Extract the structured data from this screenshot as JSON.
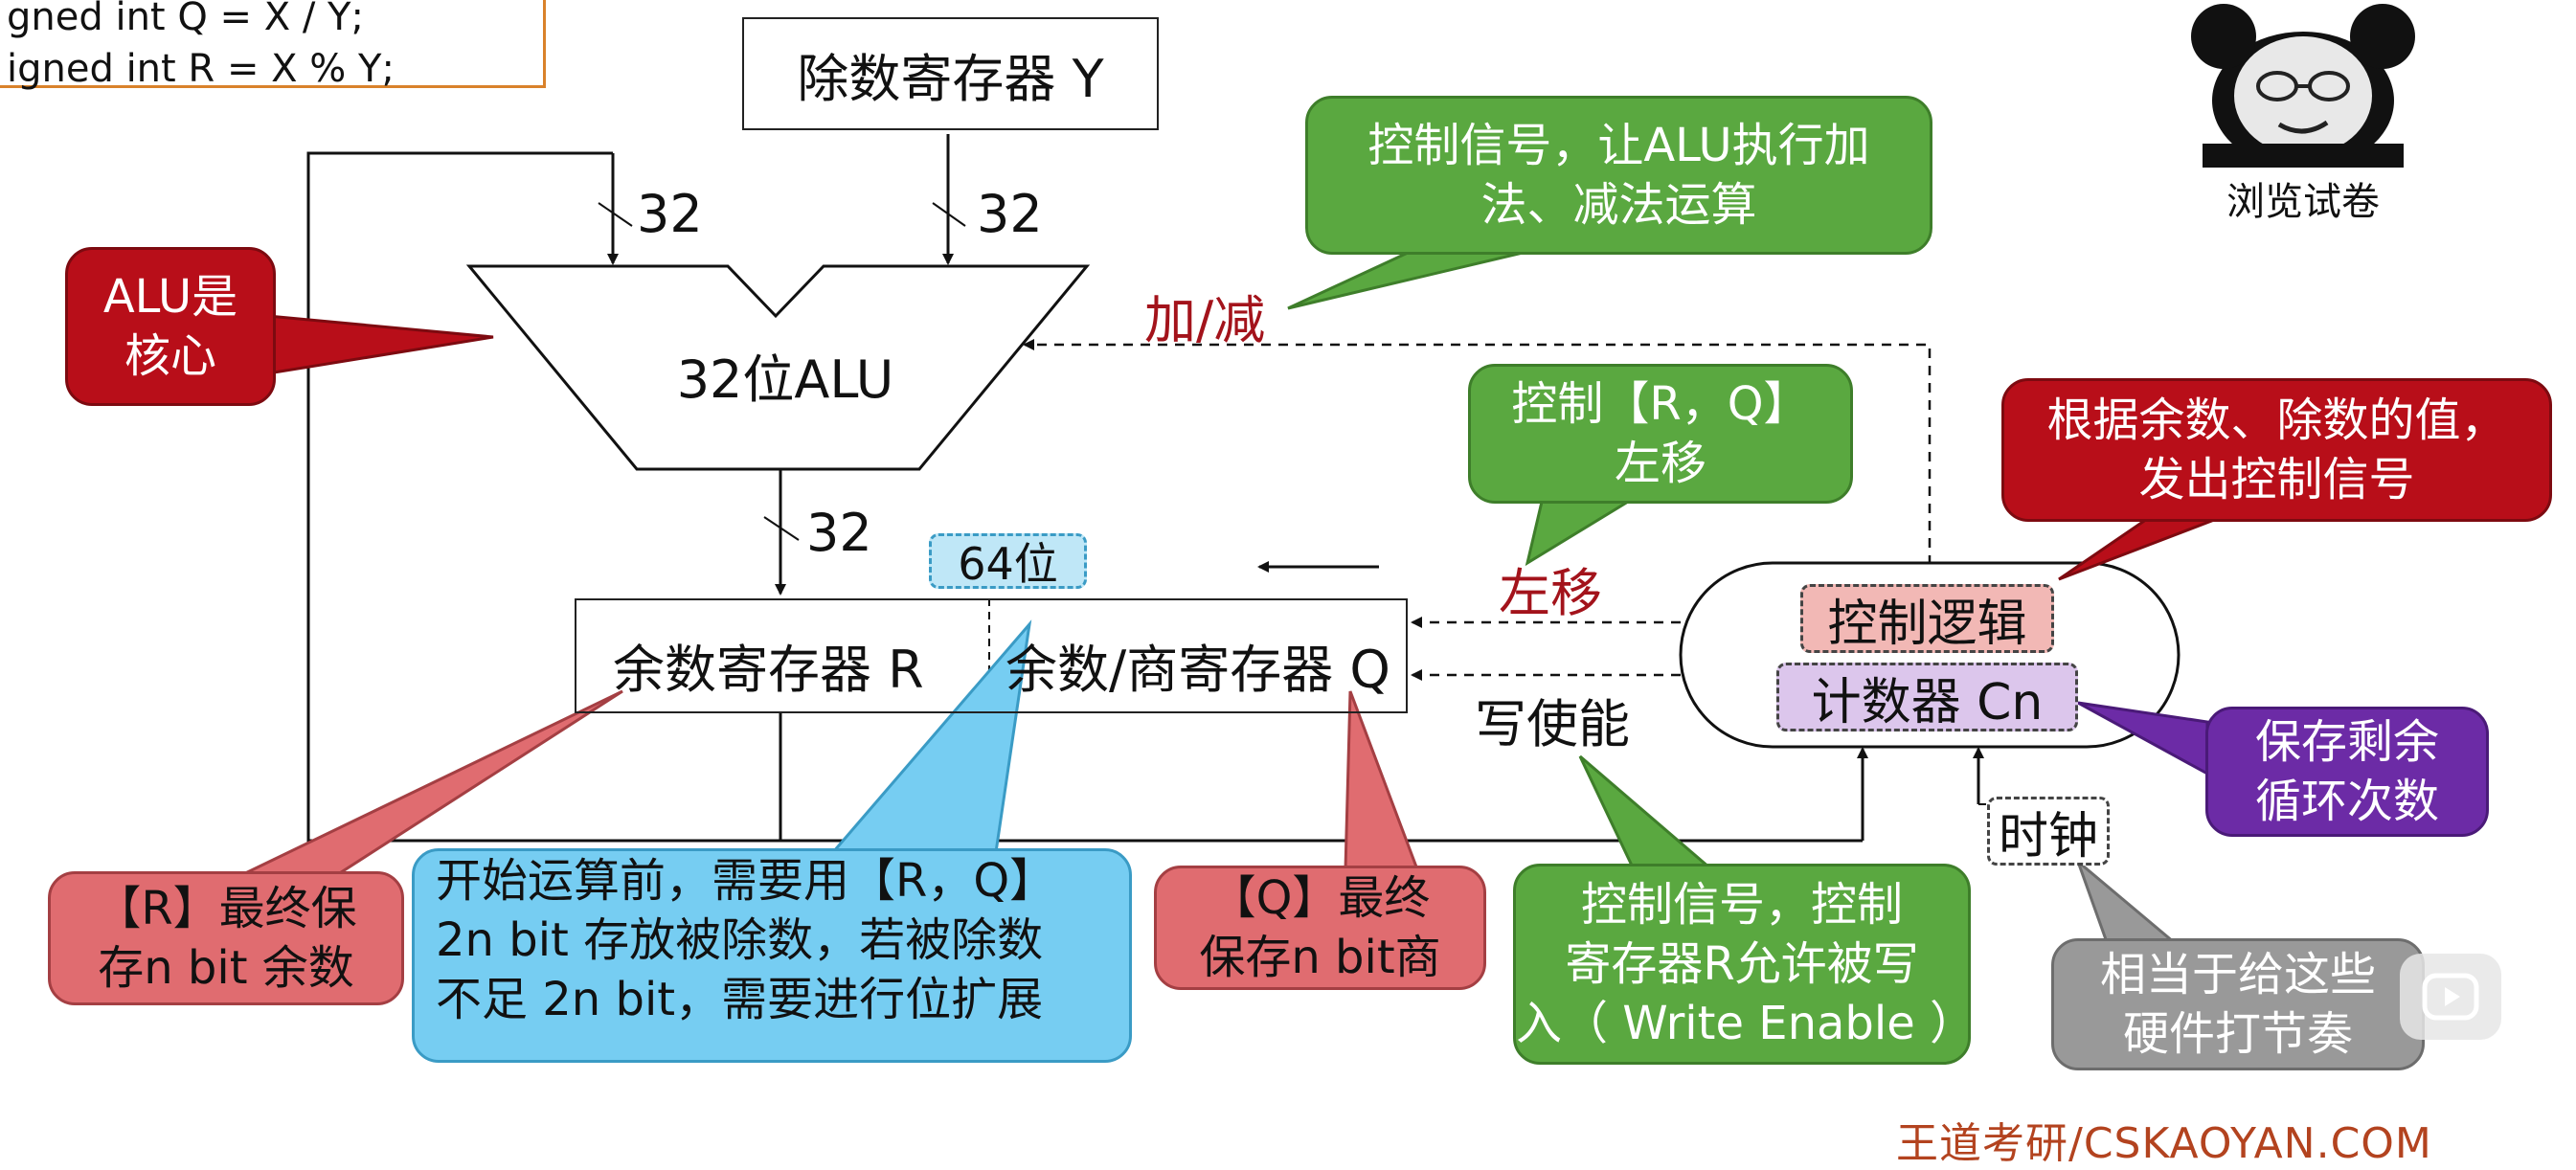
{
  "code": {
    "line1": "gned int Q = X / Y;",
    "line2": "igned int R = X % Y;"
  },
  "registers": {
    "divisor": "除数寄存器 Y",
    "alu": "32位ALU",
    "remainder": "余数寄存器 R",
    "quotient": "余数/商寄存器 Q"
  },
  "bus_labels": {
    "left_in": "32",
    "right_in": "32",
    "alu_out": "32"
  },
  "labels": {
    "add_sub": "加/减",
    "shift_left": "左移",
    "write_enable": "写使能",
    "width_64": "64位",
    "control_logic": "控制逻辑",
    "counter": "计数器 Cn",
    "clock": "时钟"
  },
  "bubbles": {
    "alu_core": [
      "ALU是",
      "核心"
    ],
    "control_signal_alu": [
      "控制信号，让ALU执行加",
      "法、减法运算"
    ],
    "control_shift": [
      "控制【R，Q】",
      "左移"
    ],
    "control_logic_note": [
      "根据余数、除数的值，",
      "发出控制信号"
    ],
    "r_final": [
      "【R】最终保",
      "存n bit 余数"
    ],
    "init_note": [
      "开始运算前，需要用【R，Q】",
      "2n bit 存放被除数，若被除数",
      "不足 2n bit，需要进行位扩展"
    ],
    "q_final": [
      "【Q】最终",
      "保存n bit商"
    ],
    "write_enable_note": [
      "控制信号，控制",
      "寄存器R允许被写",
      "入（ Write Enable ）"
    ],
    "counter_note": [
      "保存剩余",
      "循环次数"
    ],
    "clock_note": [
      "相当于给这些",
      "硬件打节奏"
    ]
  },
  "mascot_caption": "浏览试卷",
  "watermark": "王道考研/CSKAOYAN.COM",
  "colors": {
    "green": "#5aa840",
    "red": "#b80e19",
    "pink": "#e06c70",
    "blue": "#76cdf2",
    "purple": "#6c2ba6",
    "gray": "#999999",
    "code_border": "#d9822b",
    "red_text": "#a3131b"
  },
  "icons": {
    "mascot": "panda-meme-icon",
    "video": "play-icon"
  }
}
